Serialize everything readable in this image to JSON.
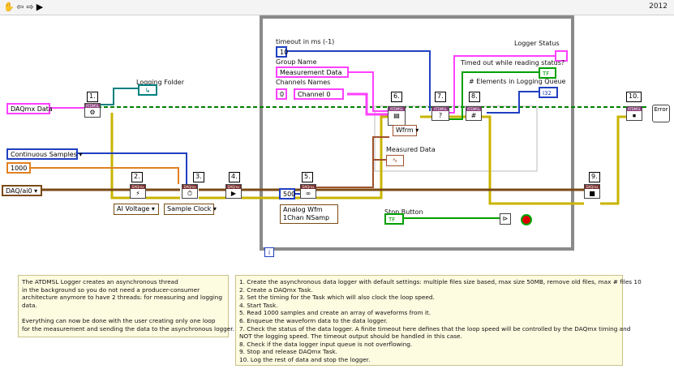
{
  "header": {
    "version": "2012"
  },
  "toolbar": {
    "icons": [
      "hand-icon",
      "back-arrow-icon",
      "forward-arrow-icon",
      "run-arrow-icon"
    ]
  },
  "controls": {
    "daqmx_data": "DAQmx Data",
    "continuous_samples": "Continuous Samples",
    "samples_1000": "1000",
    "daq_channel": "DAQ/ai0",
    "timeout": "10",
    "group_name": "Measurement Data",
    "channel_index": "0",
    "channel_name": "Channel 0",
    "samples_500": "500",
    "tf": "TF",
    "i32": "I32"
  },
  "labels": {
    "logging_folder": "Logging Folder",
    "timeout_ms": "timeout in ms (-1)",
    "group_name": "Group Name",
    "channels_names": "Channels Names",
    "logger_status": "Logger Status",
    "timed_out": "Timed out while reading status?",
    "elements_in_queue": "# Elements in Logging Queue",
    "measured_data": "Measured Data",
    "stop_button": "Stop Button",
    "wfrm": "Wfrm",
    "ai_voltage": "AI Voltage",
    "sample_clock": "Sample Clock",
    "analog_wfm_1": "Analog Wfm",
    "analog_wfm_2": "1Chan NSamp",
    "error": "Error",
    "loop_index": "i"
  },
  "steps": [
    "1.",
    "2.",
    "3.",
    "4.",
    "5.",
    "6.",
    "7.",
    "8.",
    "9.",
    "10."
  ],
  "notes": {
    "left": [
      "The ATDMSL Logger creates an asynchronous thread",
      "in the background so you do not need a producer-consumer",
      "architecture anymore to have 2 threads: for measuring and logging",
      "data.",
      "",
      "Everything can now be done with the user creating only one loop",
      "for the measurement and sending the data to the asynchronous logger."
    ],
    "right": [
      "1. Create the asynchronous data logger with default settings: multiple files size based, max size 50MB, remove old files, max # files 10",
      "2. Create a DAQmx Task.",
      "3. Set the timing for the Task which will also clock the loop speed.",
      "4. Start Task.",
      "5. Read 1000 samples and create an array of waveforms from it.",
      "6. Enqueue the waveform data to the data logger.",
      "7. Check the status of the data logger. A finite timeout here defines that the loop speed will be controlled by the DAQmx timing and",
      "NOT the logging speed. The timeout output should be handled in this case.",
      "8. Check if the data logger input queue is not overflowing.",
      "9. Stop and release DAQmx Task.",
      "10. Log the rest of data and stop the logger."
    ]
  },
  "colors": {
    "error_wire": "#c9b400",
    "task_wire": "#7a4a14",
    "string_wire": "#ff40ff",
    "waveform_wire": "#a0522d",
    "int_wire": "#2040c0",
    "bool_wire": "#00a000",
    "refnum_wire": "#008080"
  }
}
